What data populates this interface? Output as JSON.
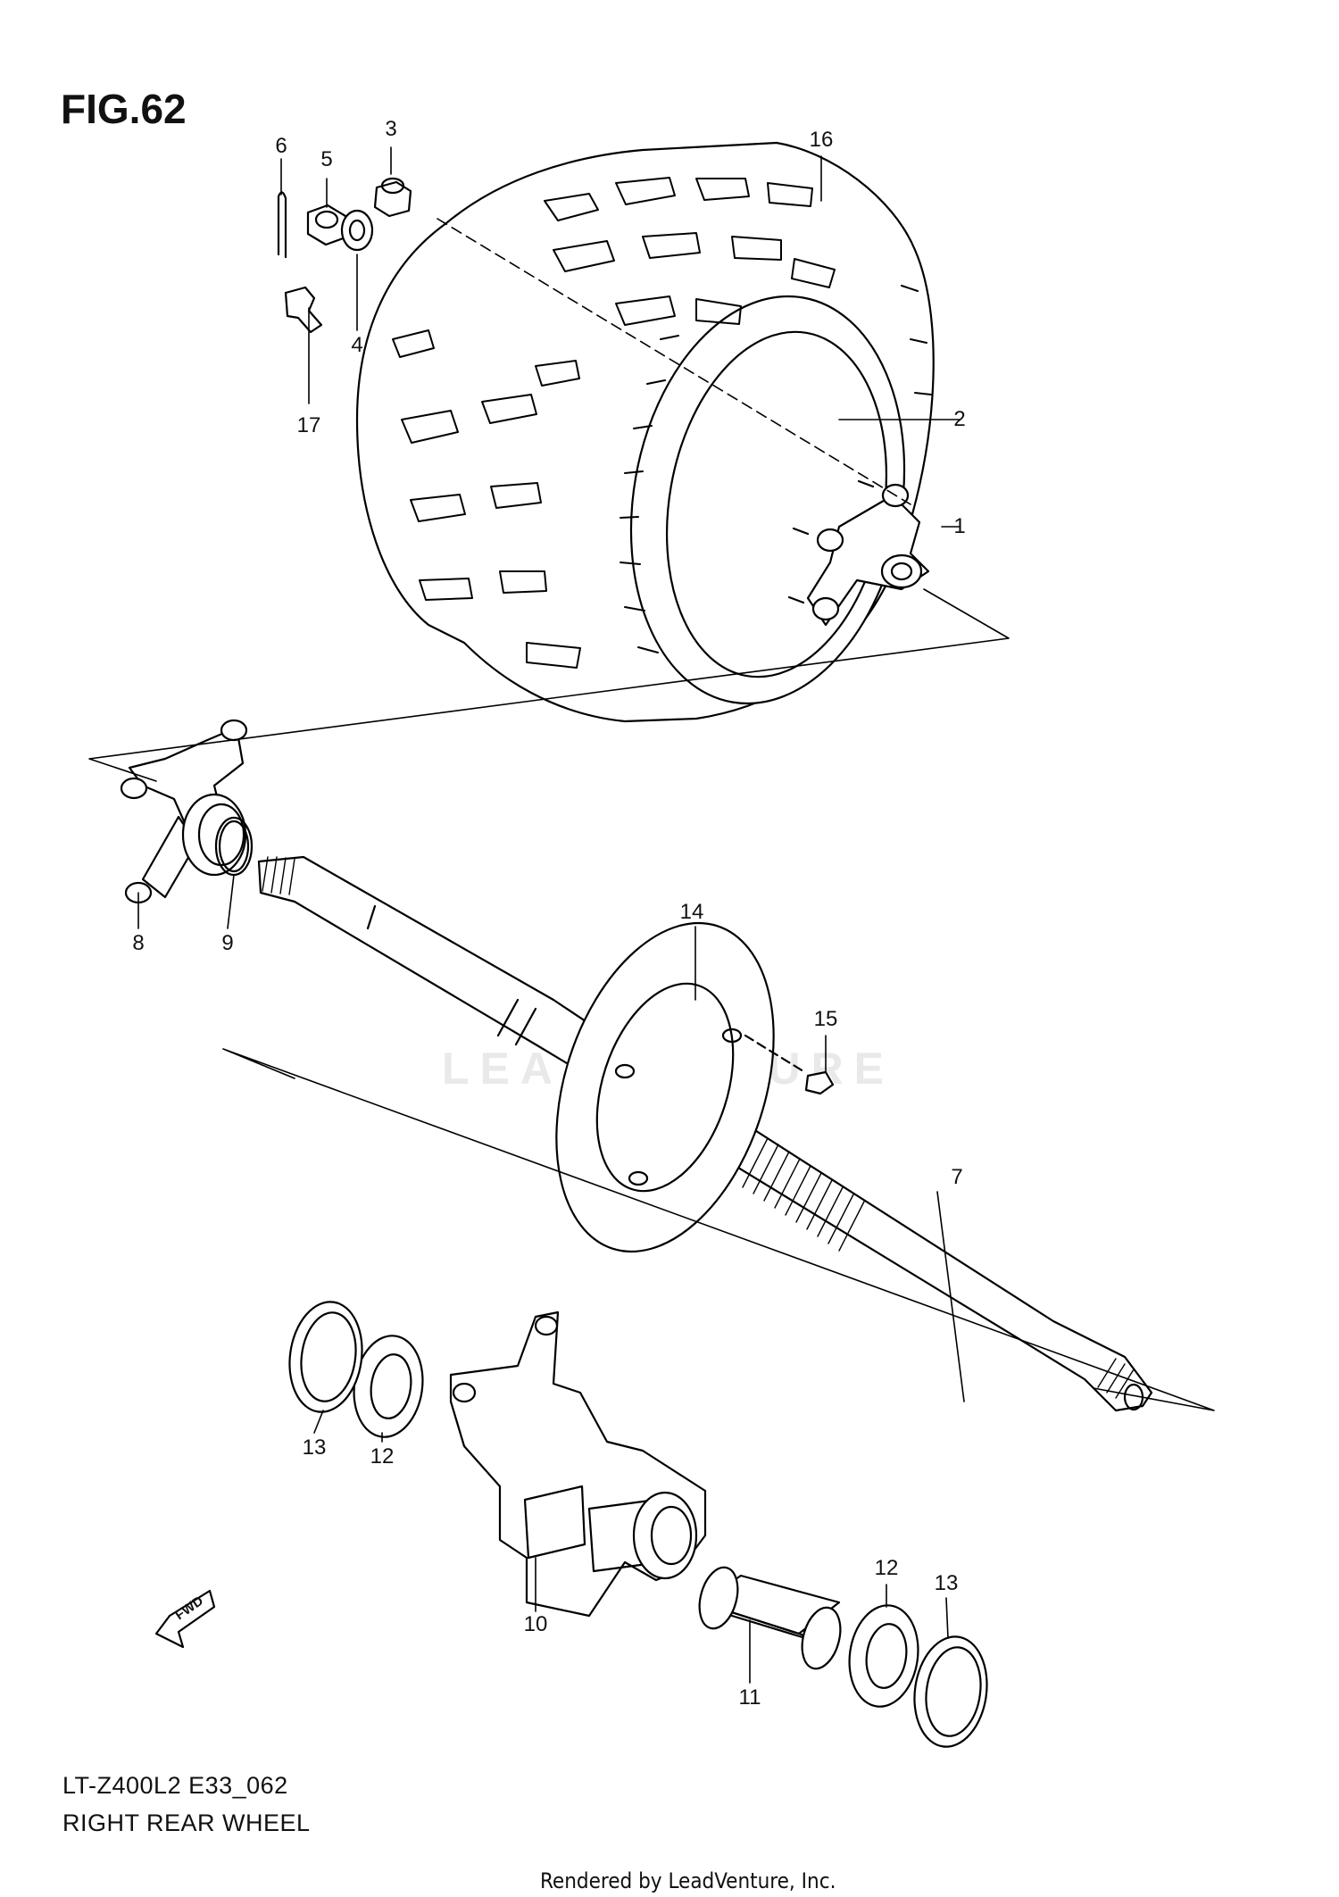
{
  "figure": {
    "title": "FIG.62"
  },
  "caption": {
    "model_code": "LT-Z400L2 E33_062",
    "name": "RIGHT REAR WHEEL"
  },
  "footer": {
    "rendered_by": "Rendered by LeadVenture, Inc."
  },
  "watermark": {
    "text": "LEADVENTURE"
  },
  "fwd_arrow": {
    "label": "FWD"
  },
  "callouts": [
    "1",
    "2",
    "3",
    "4",
    "5",
    "6",
    "7",
    "8",
    "9",
    "10",
    "11",
    "12",
    "12",
    "13",
    "13",
    "14",
    "15",
    "16",
    "17"
  ]
}
